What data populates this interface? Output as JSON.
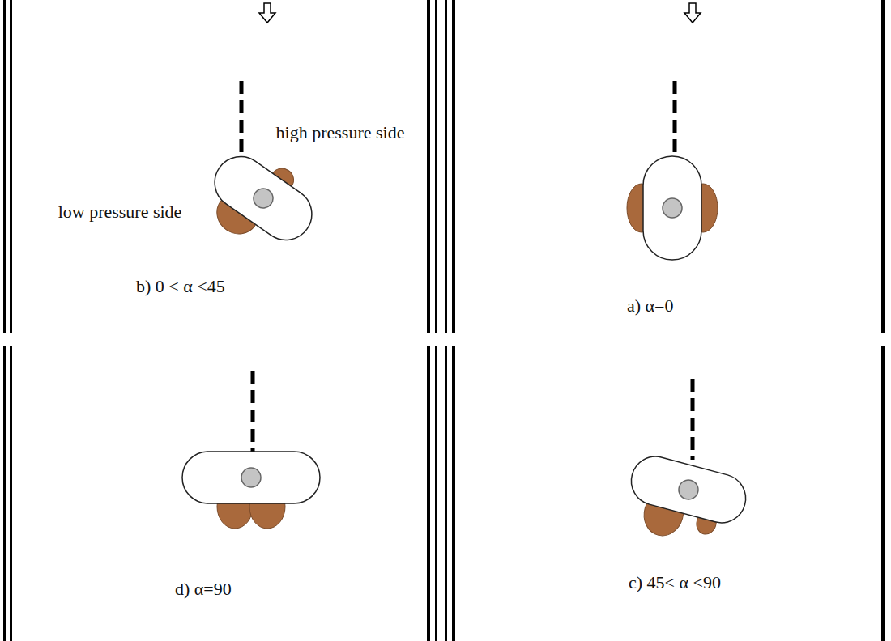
{
  "diagram": {
    "labels": [
      "high pressure side",
      "low pressure side",
      "b) 0 < α <45",
      "a) α=0",
      "d) α=90",
      "c) 45< α <90"
    ]
  }
}
